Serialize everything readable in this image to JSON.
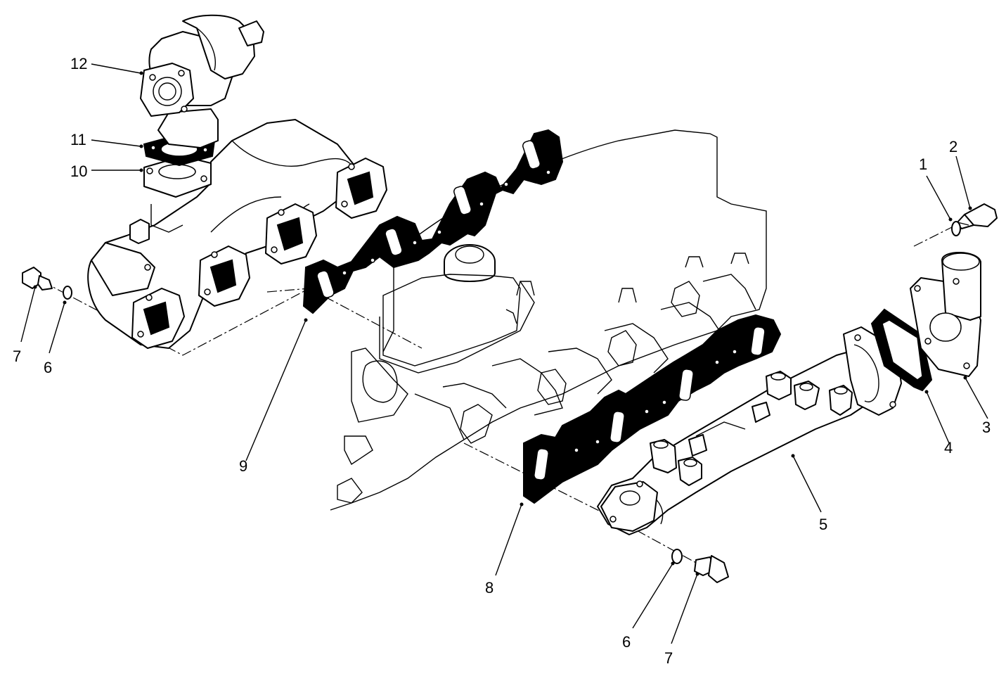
{
  "callouts": {
    "c1": "1",
    "c2": "2",
    "c3": "3",
    "c4": "4",
    "c5": "5",
    "c6_left": "6",
    "c6_bottom": "6",
    "c7_left": "7",
    "c7_bottom": "7",
    "c8": "8",
    "c9": "9",
    "c10": "10",
    "c11": "11",
    "c12": "12"
  },
  "colors": {
    "ink": "#000000",
    "paper": "#ffffff"
  }
}
